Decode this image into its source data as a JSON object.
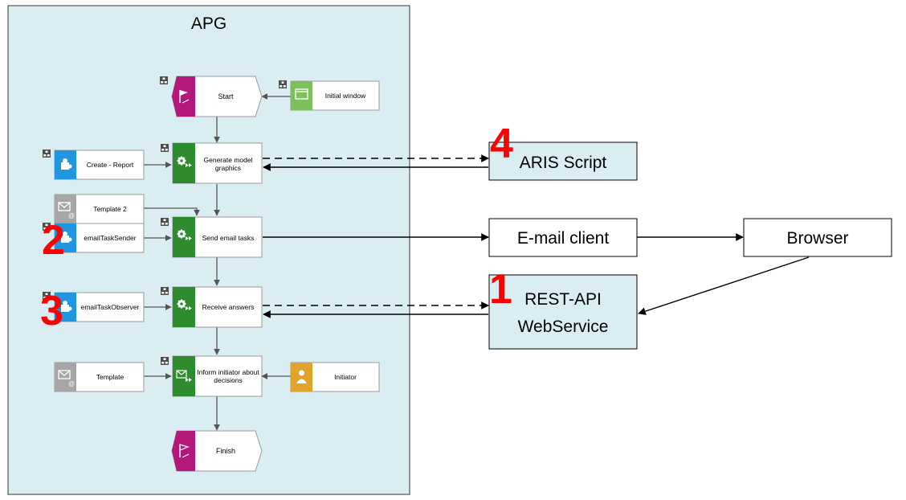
{
  "container": {
    "title": "APG"
  },
  "process": {
    "start": "Start",
    "initial_window": "Initial window",
    "create_report": "Create - Report",
    "generate_line1": "Generate model",
    "generate_line2": "graphics",
    "template2": "Template 2",
    "email_task_sender": "emailTaskSender",
    "send_email_tasks": "Send email tasks",
    "email_task_observer": "emailTaskObserver",
    "receive_answers": "Receive answers",
    "template": "Template",
    "inform_line1": "Inform initiator about",
    "inform_line2": "decisions",
    "initiator": "Initiator",
    "finish": "Finish"
  },
  "external": {
    "aris_script": "ARIS Script",
    "email_client": "E-mail client",
    "browser": "Browser",
    "rest_api_line1": "REST-API",
    "rest_api_line2": "WebService"
  },
  "step_numbers": {
    "n1": "1",
    "n2": "2",
    "n3": "3",
    "n4": "4"
  },
  "colors": {
    "container_fill": "#daedf2",
    "function_green": "#2e8b2e",
    "event_magenta": "#b5177a",
    "screen_green": "#7dbf5a",
    "program_blue": "#2196e0",
    "template_gray": "#a6a6a6",
    "person_orange": "#e0a32c",
    "number_red": "#ff0000"
  },
  "icons": {
    "event": "flag-icon",
    "function": "gear-play-icon",
    "program": "puzzle-icon",
    "template": "envelope-icon",
    "screen": "window-icon",
    "person": "person-icon",
    "assignment": "hierarchy-icon"
  }
}
